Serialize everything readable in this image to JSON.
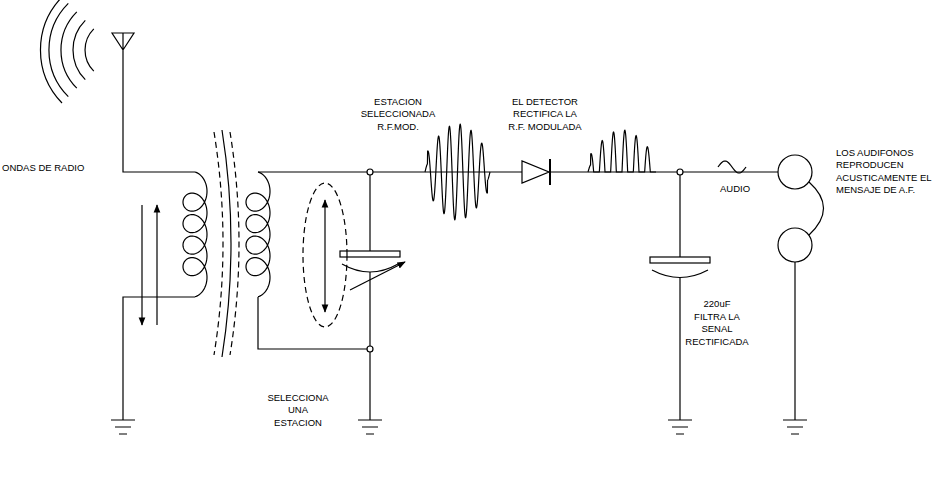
{
  "diagram": {
    "labels": [
      "ONDAS DE RADIO",
      "ESTACION SELECCIONADA R.F.MOD.",
      "EL DETECTOR RECTIFICA LA R.F. MODULADA",
      "AUDIO",
      "LOS AUDIFONOS REPRODUCEN ACUSTICAMENTE EL MENSAJE DE A.F.",
      "SELECCIONA UNA ESTACION",
      "220uF",
      "FILTRA LA SENAL RECTIFICADA"
    ]
  }
}
